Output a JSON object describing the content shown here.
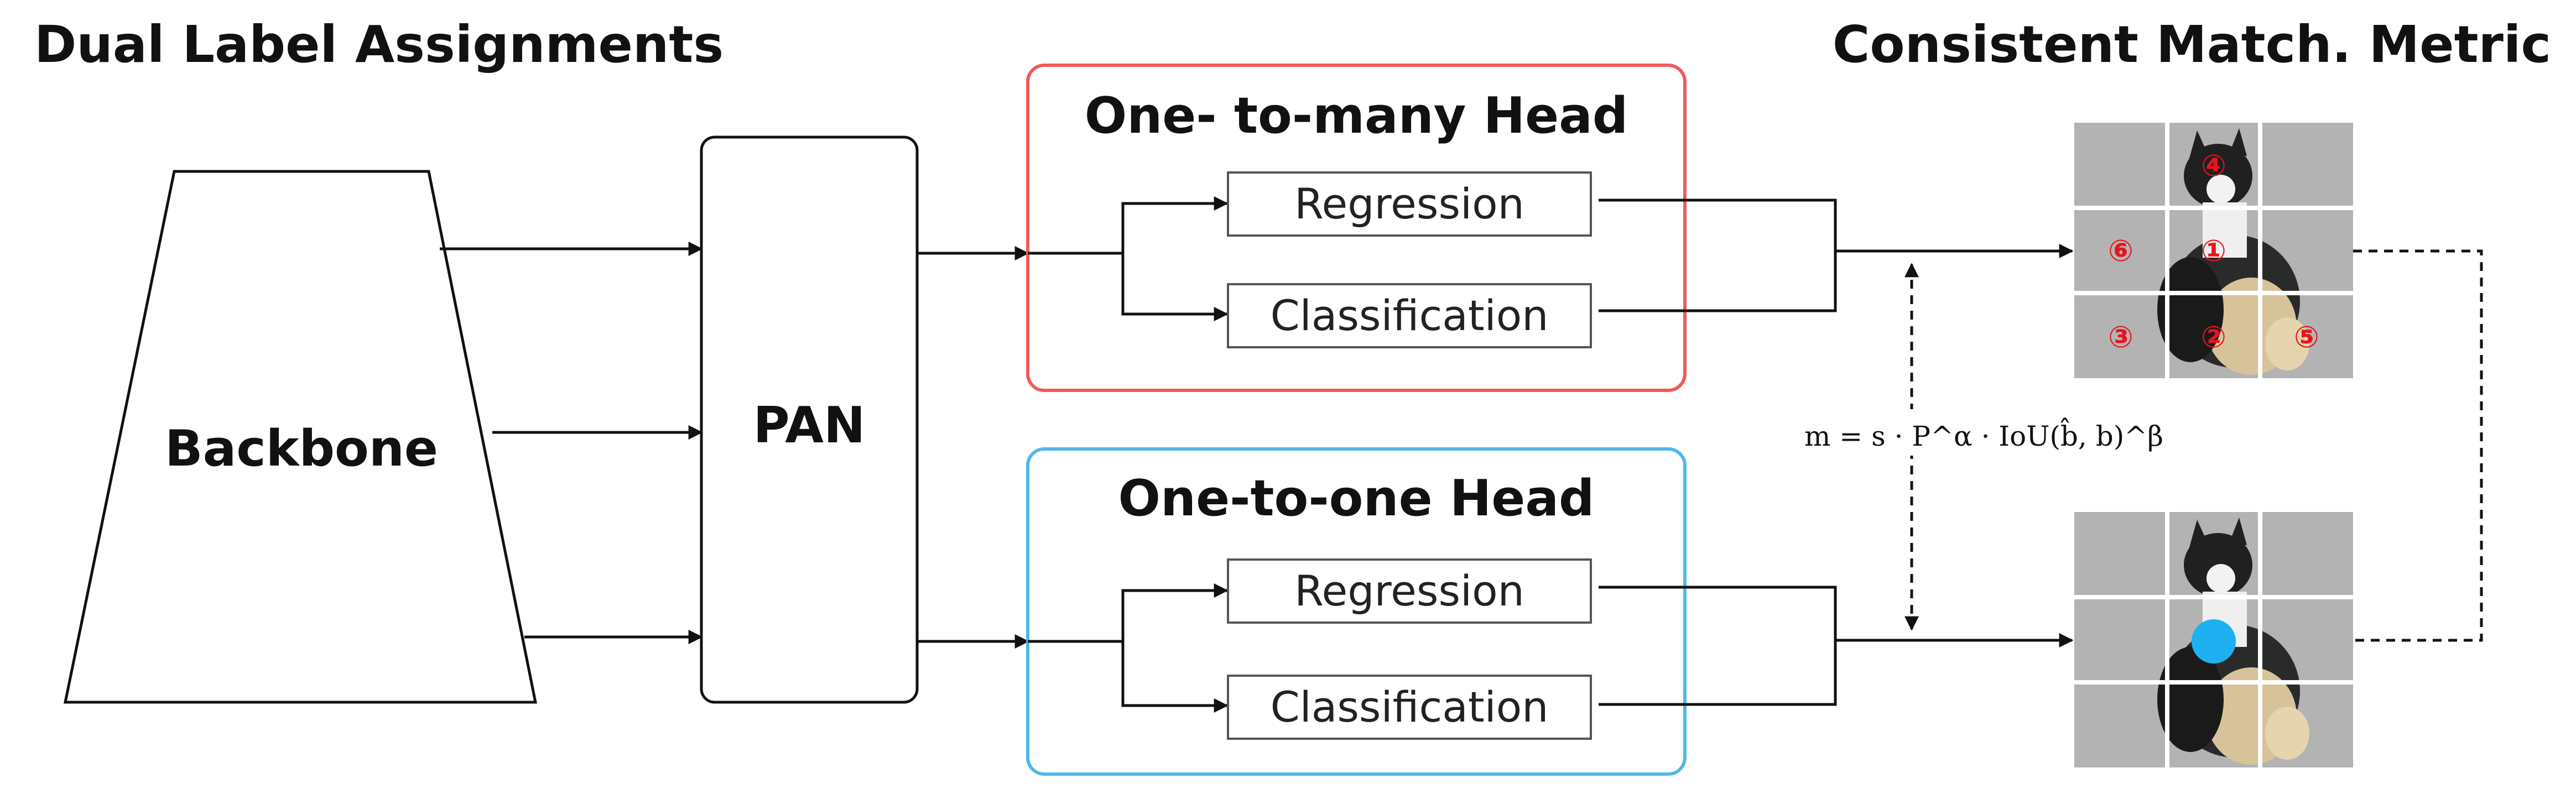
{
  "titles": {
    "left": "Dual Label Assignments",
    "right": "Consistent Match. Metric"
  },
  "blocks": {
    "backbone": "Backbone",
    "neck": "PAN"
  },
  "heads": {
    "one_to_many": {
      "title": "One- to-many Head",
      "branches": [
        "Regression",
        "Classification"
      ],
      "border_color": "#f05a5a"
    },
    "one_to_one": {
      "title": "One-to-one Head",
      "branches": [
        "Regression",
        "Classification"
      ],
      "border_color": "#4fb8e8"
    }
  },
  "metric_formula": "m = s · P^α · IoU(b̂, b)^β",
  "grid_markers": [
    "④",
    "⑥",
    "①",
    "③",
    "②",
    "⑤"
  ],
  "colors": {
    "marker": "#e8131b",
    "dot": "#1eb0f0"
  }
}
